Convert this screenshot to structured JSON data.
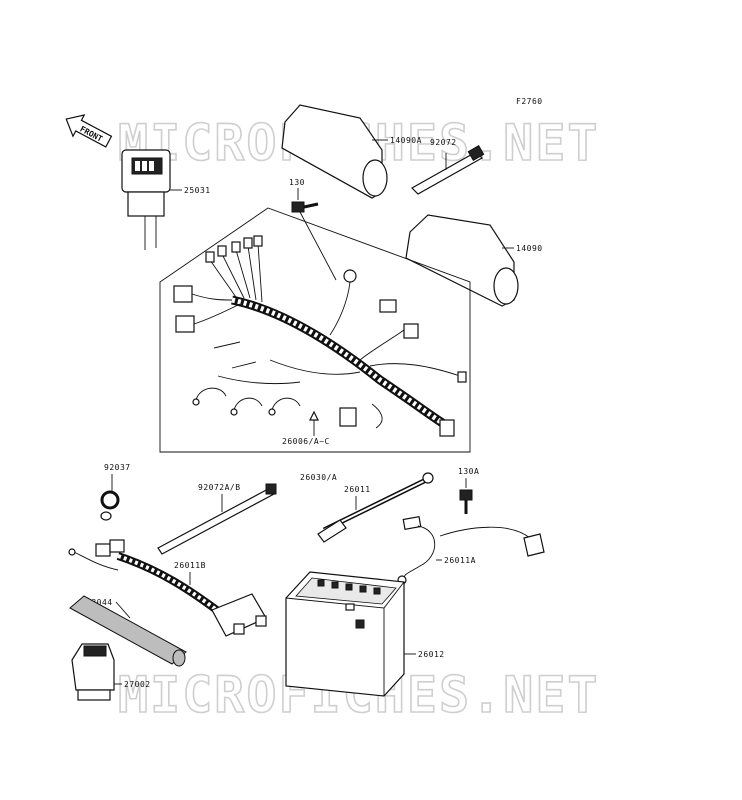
{
  "figure_code": "F2760",
  "front_label": "FRONT",
  "watermark": "MICROFICHES.NET",
  "parts": {
    "p14090A": "14090A",
    "p92072": "92072",
    "p25031": "25031",
    "p130": "130",
    "p14090": "14090",
    "p26006": "26006/A~C",
    "p26030": "26030/A",
    "p92037": "92037",
    "p92072AB": "92072A/B",
    "p26011": "26011",
    "p130A": "130A",
    "p26011B": "26011B",
    "p26011A": "26011A",
    "p53044": "53044",
    "p26012": "26012",
    "p27002": "27002"
  }
}
